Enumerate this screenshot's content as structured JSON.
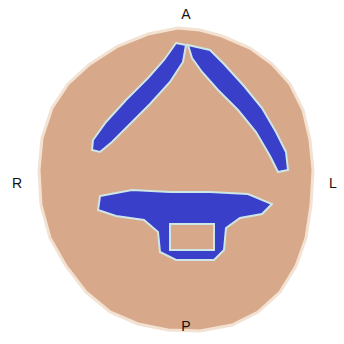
{
  "diagram": {
    "labels": [
      "A",
      "R",
      "L",
      "P"
    ]
  }
}
